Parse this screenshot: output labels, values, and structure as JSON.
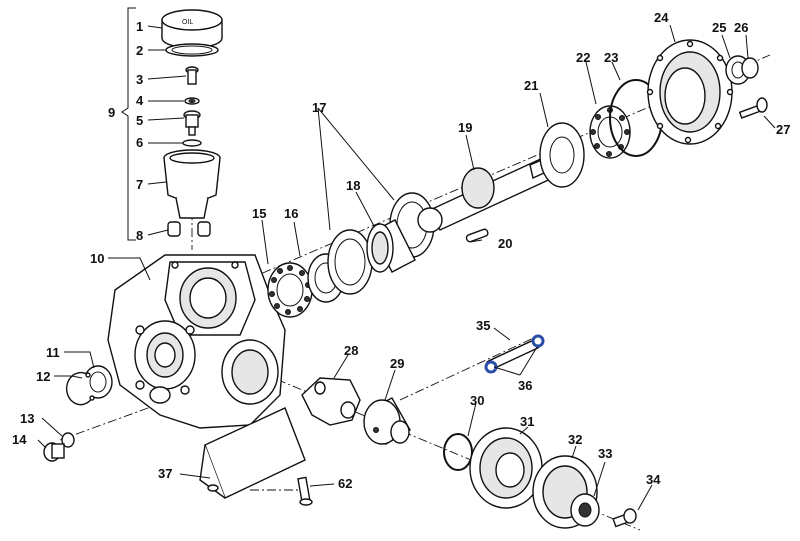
{
  "parts": [
    {
      "id": "1",
      "label": "1"
    },
    {
      "id": "2",
      "label": "2"
    },
    {
      "id": "3",
      "label": "3"
    },
    {
      "id": "4",
      "label": "4"
    },
    {
      "id": "5",
      "label": "5"
    },
    {
      "id": "6",
      "label": "6"
    },
    {
      "id": "7",
      "label": "7"
    },
    {
      "id": "8",
      "label": "8"
    },
    {
      "id": "9",
      "label": "9"
    },
    {
      "id": "10",
      "label": "10"
    },
    {
      "id": "11",
      "label": "11"
    },
    {
      "id": "12",
      "label": "12"
    },
    {
      "id": "13",
      "label": "13"
    },
    {
      "id": "14",
      "label": "14"
    },
    {
      "id": "15",
      "label": "15"
    },
    {
      "id": "16",
      "label": "16"
    },
    {
      "id": "17",
      "label": "17"
    },
    {
      "id": "18",
      "label": "18"
    },
    {
      "id": "19",
      "label": "19"
    },
    {
      "id": "20",
      "label": "20"
    },
    {
      "id": "21",
      "label": "21"
    },
    {
      "id": "22",
      "label": "22"
    },
    {
      "id": "23",
      "label": "23"
    },
    {
      "id": "24",
      "label": "24"
    },
    {
      "id": "25",
      "label": "25"
    },
    {
      "id": "26",
      "label": "26"
    },
    {
      "id": "27",
      "label": "27"
    },
    {
      "id": "28",
      "label": "28"
    },
    {
      "id": "29",
      "label": "29"
    },
    {
      "id": "30",
      "label": "30"
    },
    {
      "id": "31",
      "label": "31"
    },
    {
      "id": "32",
      "label": "32"
    },
    {
      "id": "33",
      "label": "33"
    },
    {
      "id": "34",
      "label": "34"
    },
    {
      "id": "35",
      "label": "35"
    },
    {
      "id": "36",
      "label": "36"
    },
    {
      "id": "37",
      "label": "37"
    },
    {
      "id": "62",
      "label": "62"
    }
  ],
  "oil_cap_text": "OIL"
}
